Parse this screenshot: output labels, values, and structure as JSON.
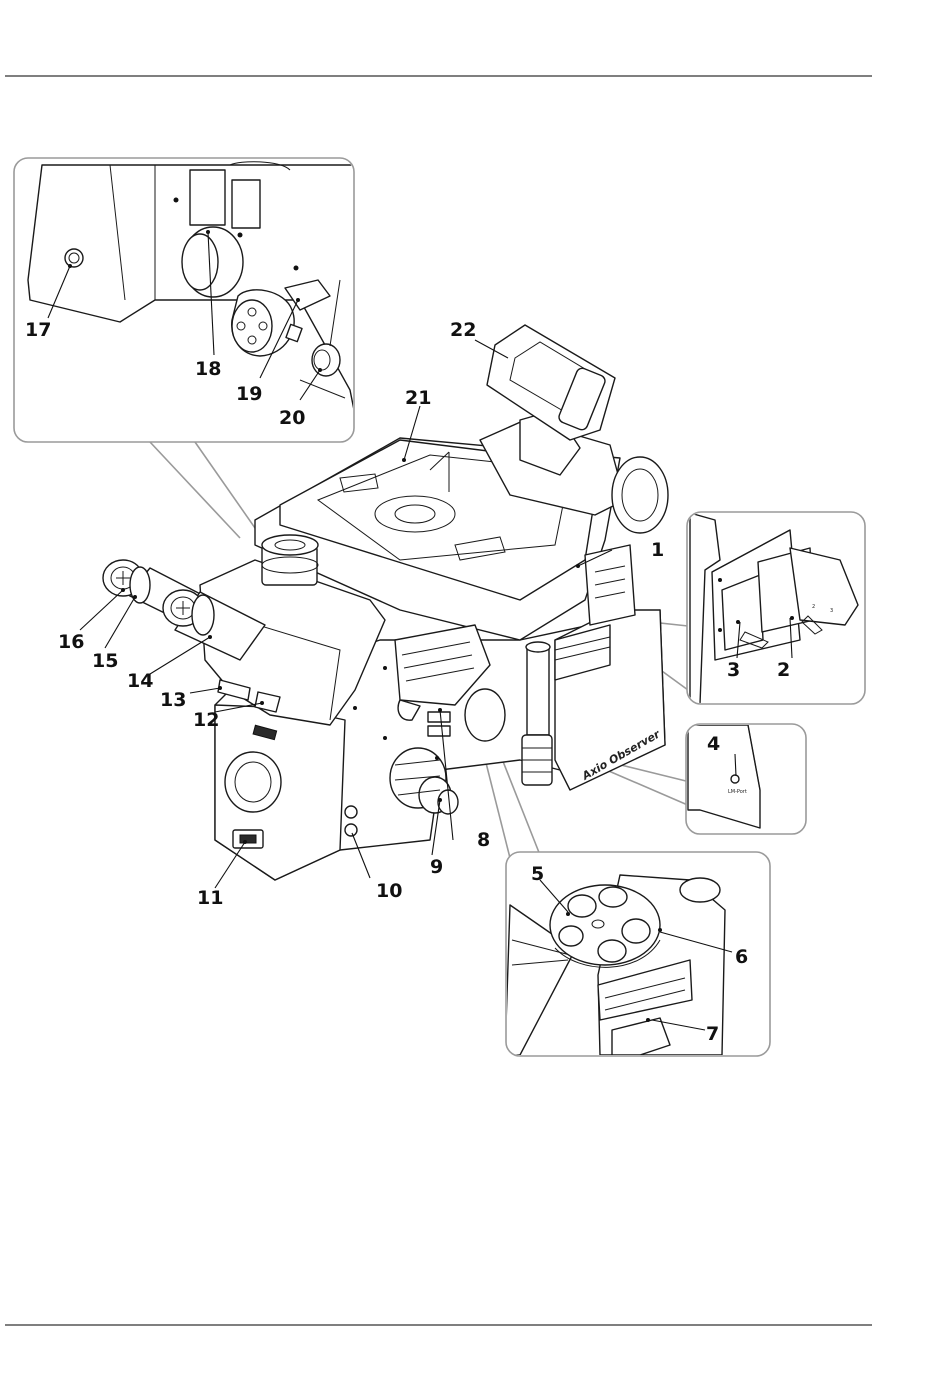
{
  "figure": {
    "brand_label": "Axio Observer",
    "port_label": "LM-Port",
    "callouts": {
      "c1": "1",
      "c2": "2",
      "c3": "3",
      "c4": "4",
      "c5": "5",
      "c6": "6",
      "c7": "7",
      "c8": "8",
      "c9": "9",
      "c10": "10",
      "c11": "11",
      "c12": "12",
      "c13": "13",
      "c14": "14",
      "c15": "15",
      "c16": "16",
      "c17": "17",
      "c18": "18",
      "c19": "19",
      "c20": "20",
      "c21": "21",
      "c22": "22"
    }
  }
}
